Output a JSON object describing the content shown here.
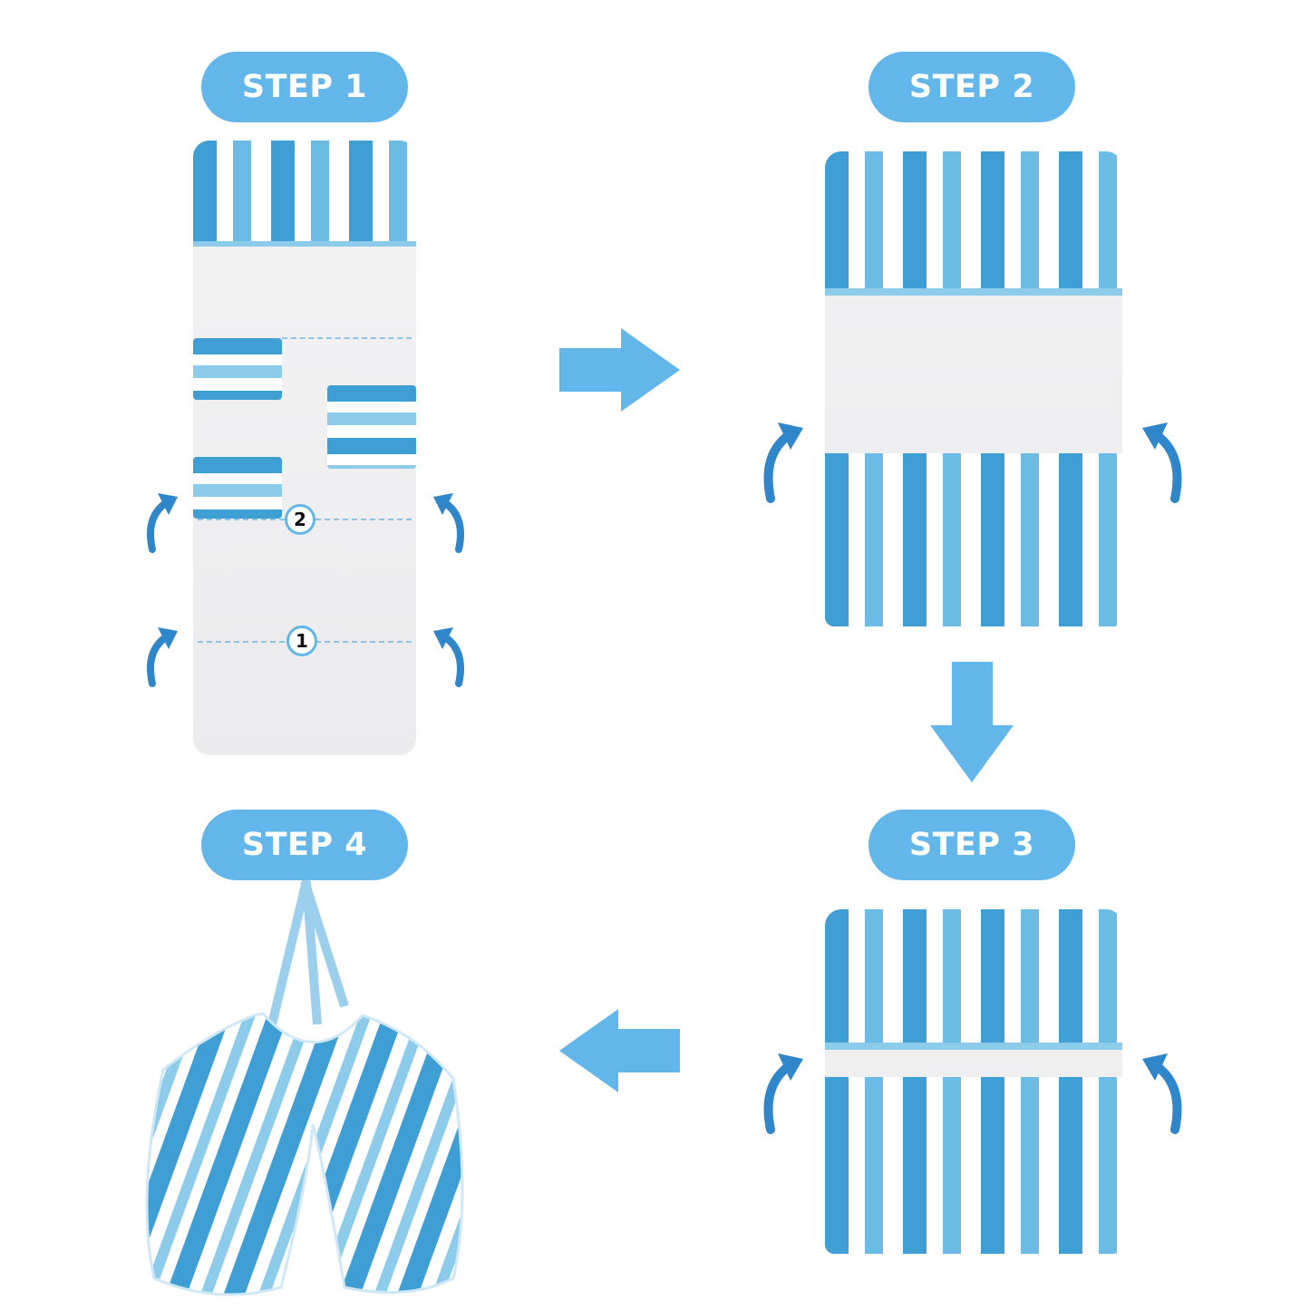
{
  "steps": {
    "step1": "STEP 1",
    "step2": "STEP 2",
    "step3": "STEP 3",
    "step4": "STEP 4"
  },
  "fold_markers": {
    "first": "1",
    "second": "2"
  },
  "colors": {
    "accent": "#62b6ea",
    "stripe_dark": "#3f9ed3",
    "stripe_light": "#6cbbe5",
    "curl_arrow": "#2f86c8",
    "towel": "#efeff1"
  },
  "icons": [
    "arrow-right-icon",
    "arrow-down-icon",
    "arrow-left-icon",
    "curl-arrow-icon"
  ]
}
